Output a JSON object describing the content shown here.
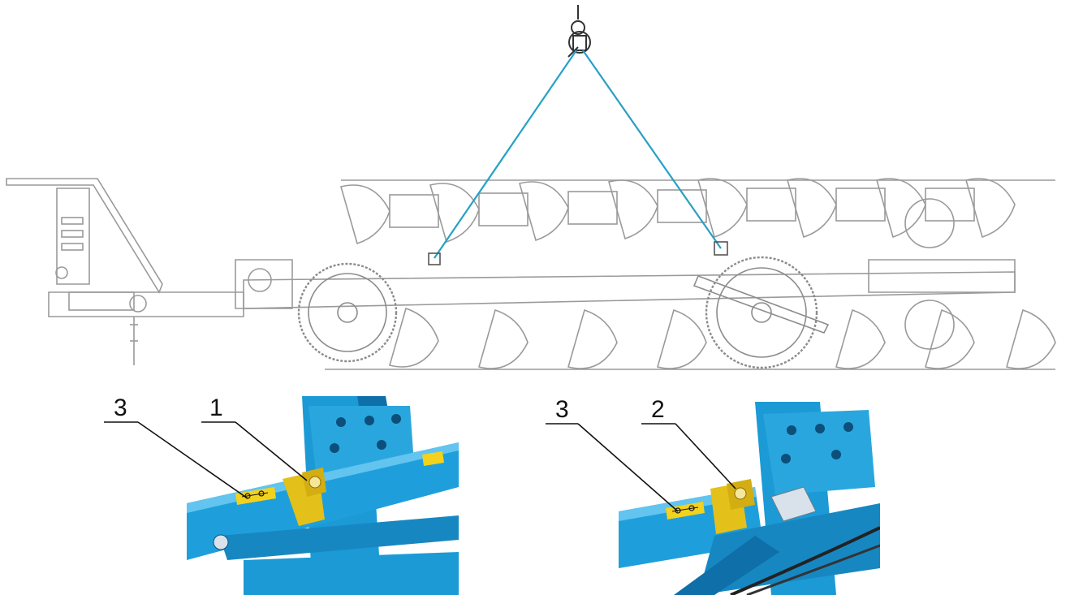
{
  "callouts": {
    "left_detail": {
      "label_3": "3",
      "label_1": "1"
    },
    "right_detail": {
      "label_3": "3",
      "label_2": "2"
    }
  },
  "colors": {
    "frame_blue": "#1b9ad6",
    "frame_blue_dark": "#0f6fa8",
    "lifting_point_yellow": "#e3c01a",
    "sling_cable": "#2a9fc4",
    "line_art": "#9a9a9a"
  },
  "icons": [
    "crane-hook-icon",
    "lifting-symbol-sticker-icon",
    "lifting-eye-icon"
  ]
}
